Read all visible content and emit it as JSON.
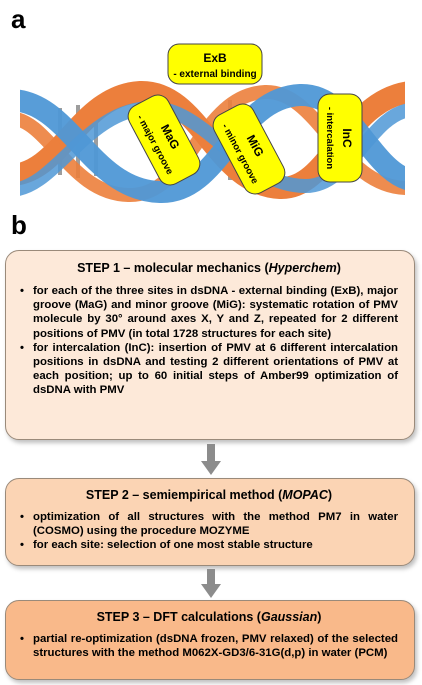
{
  "panel_a": {
    "letter": "a",
    "labels": {
      "exb": {
        "name": "ExB",
        "desc": "- external binding"
      },
      "mag": {
        "name": "MaG",
        "desc": "- major groove"
      },
      "mig": {
        "name": "MiG",
        "desc": "- minor groove"
      },
      "inc": {
        "name": "InC",
        "desc": "- intercalation"
      }
    },
    "colors": {
      "strand_blue": "#4f98d6",
      "strand_orange": "#ec7f3c",
      "label_fill": "#ffff00",
      "bases": "#8c8c8c"
    }
  },
  "panel_b": {
    "letter": "b",
    "steps": [
      {
        "title_prefix": "STEP 1 – molecular mechanics (",
        "title_method": "Hyperchem",
        "title_suffix": ")",
        "bullets": [
          "for each of the three sites in dsDNA - external binding (ExB), major groove (MaG) and minor groove (MiG): systematic rotation of PMV molecule by 30° around axes X, Y and Z, repeated for 2 different positions of PMV (in total 1728 structures for each site)",
          "for intercalation (InC): insertion of PMV at 6 different intercalation positions in dsDNA and testing 2 different orientations of PMV at each position; up to 60 initial steps of Amber99 optimization of dsDNA with PMV"
        ],
        "color": "#fde9d9"
      },
      {
        "title_prefix": "STEP 2 – semiempirical method (",
        "title_method": "MOPAC",
        "title_suffix": ")",
        "bullets": [
          "optimization of all structures with the method PM7 in water (COSMO) using the procedure MOZYME",
          "for each site: selection of one most stable structure"
        ],
        "color": "#fbd4b4"
      },
      {
        "title_prefix": "STEP 3 – DFT calculations (",
        "title_method": "Gaussian",
        "title_suffix": ")",
        "bullets": [
          "partial re-optimization (dsDNA frozen, PMV relaxed) of the selected structures with the method M062X-GD3/6-31G(d,p) in water (PCM)"
        ],
        "color": "#f9b98a"
      }
    ]
  }
}
